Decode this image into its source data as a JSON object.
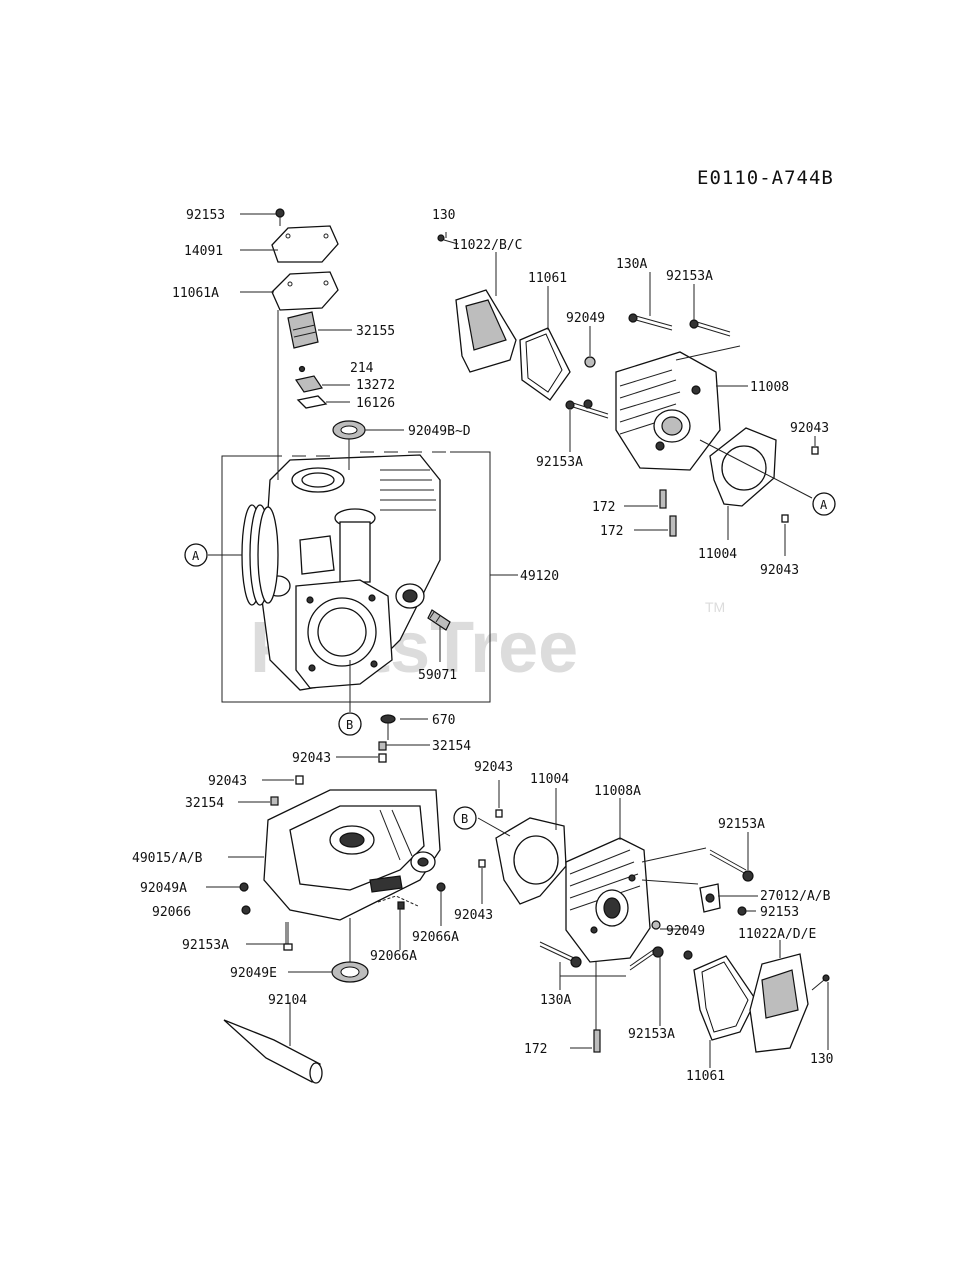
{
  "diagram_code": "E0110-A744B",
  "watermark": "PartsTree",
  "watermark_tm": "TM",
  "callouts": {
    "a": "A",
    "b": "B"
  },
  "labels": {
    "p92153_top": "92153",
    "p14091": "14091",
    "p11061A": "11061A",
    "p32155": "32155",
    "p214": "214",
    "p13272": "13272",
    "p16126": "16126",
    "p92049BD": "92049B~D",
    "p49120": "49120",
    "p59071": "59071",
    "p670": "670",
    "p32154_a": "32154",
    "p92043_a": "92043",
    "p92043_b": "92043",
    "p32154_b": "32154",
    "p49015": "49015/A/B",
    "p92049A": "92049A",
    "p92066": "92066",
    "p92153A_a": "92153A",
    "p92049E": "92049E",
    "p92104": "92104",
    "p92066A_a": "92066A",
    "p92066A_b": "92066A",
    "p130_a": "130",
    "p11022BC": "11022/B/C",
    "p11061_a": "11061",
    "p130A_a": "130A",
    "p92153A_b": "92153A",
    "p92049_a": "92049",
    "p11008": "11008",
    "p92043_c": "92043",
    "p92153A_c": "92153A",
    "p172_a": "172",
    "p172_b": "172",
    "p11004_a": "11004",
    "p92043_d": "92043",
    "p92043_e": "92043",
    "p11004_b": "11004",
    "p11008A": "11008A",
    "p92153A_d": "92153A",
    "p27012": "27012/A/B",
    "p92153_b": "92153",
    "p92043_f": "92043",
    "p92049_b": "92049",
    "p11022ADE": "11022A/D/E",
    "p130A_b": "130A",
    "p92153A_e": "92153A",
    "p130_b": "130",
    "p172_c": "172",
    "p11061_b": "11061"
  }
}
